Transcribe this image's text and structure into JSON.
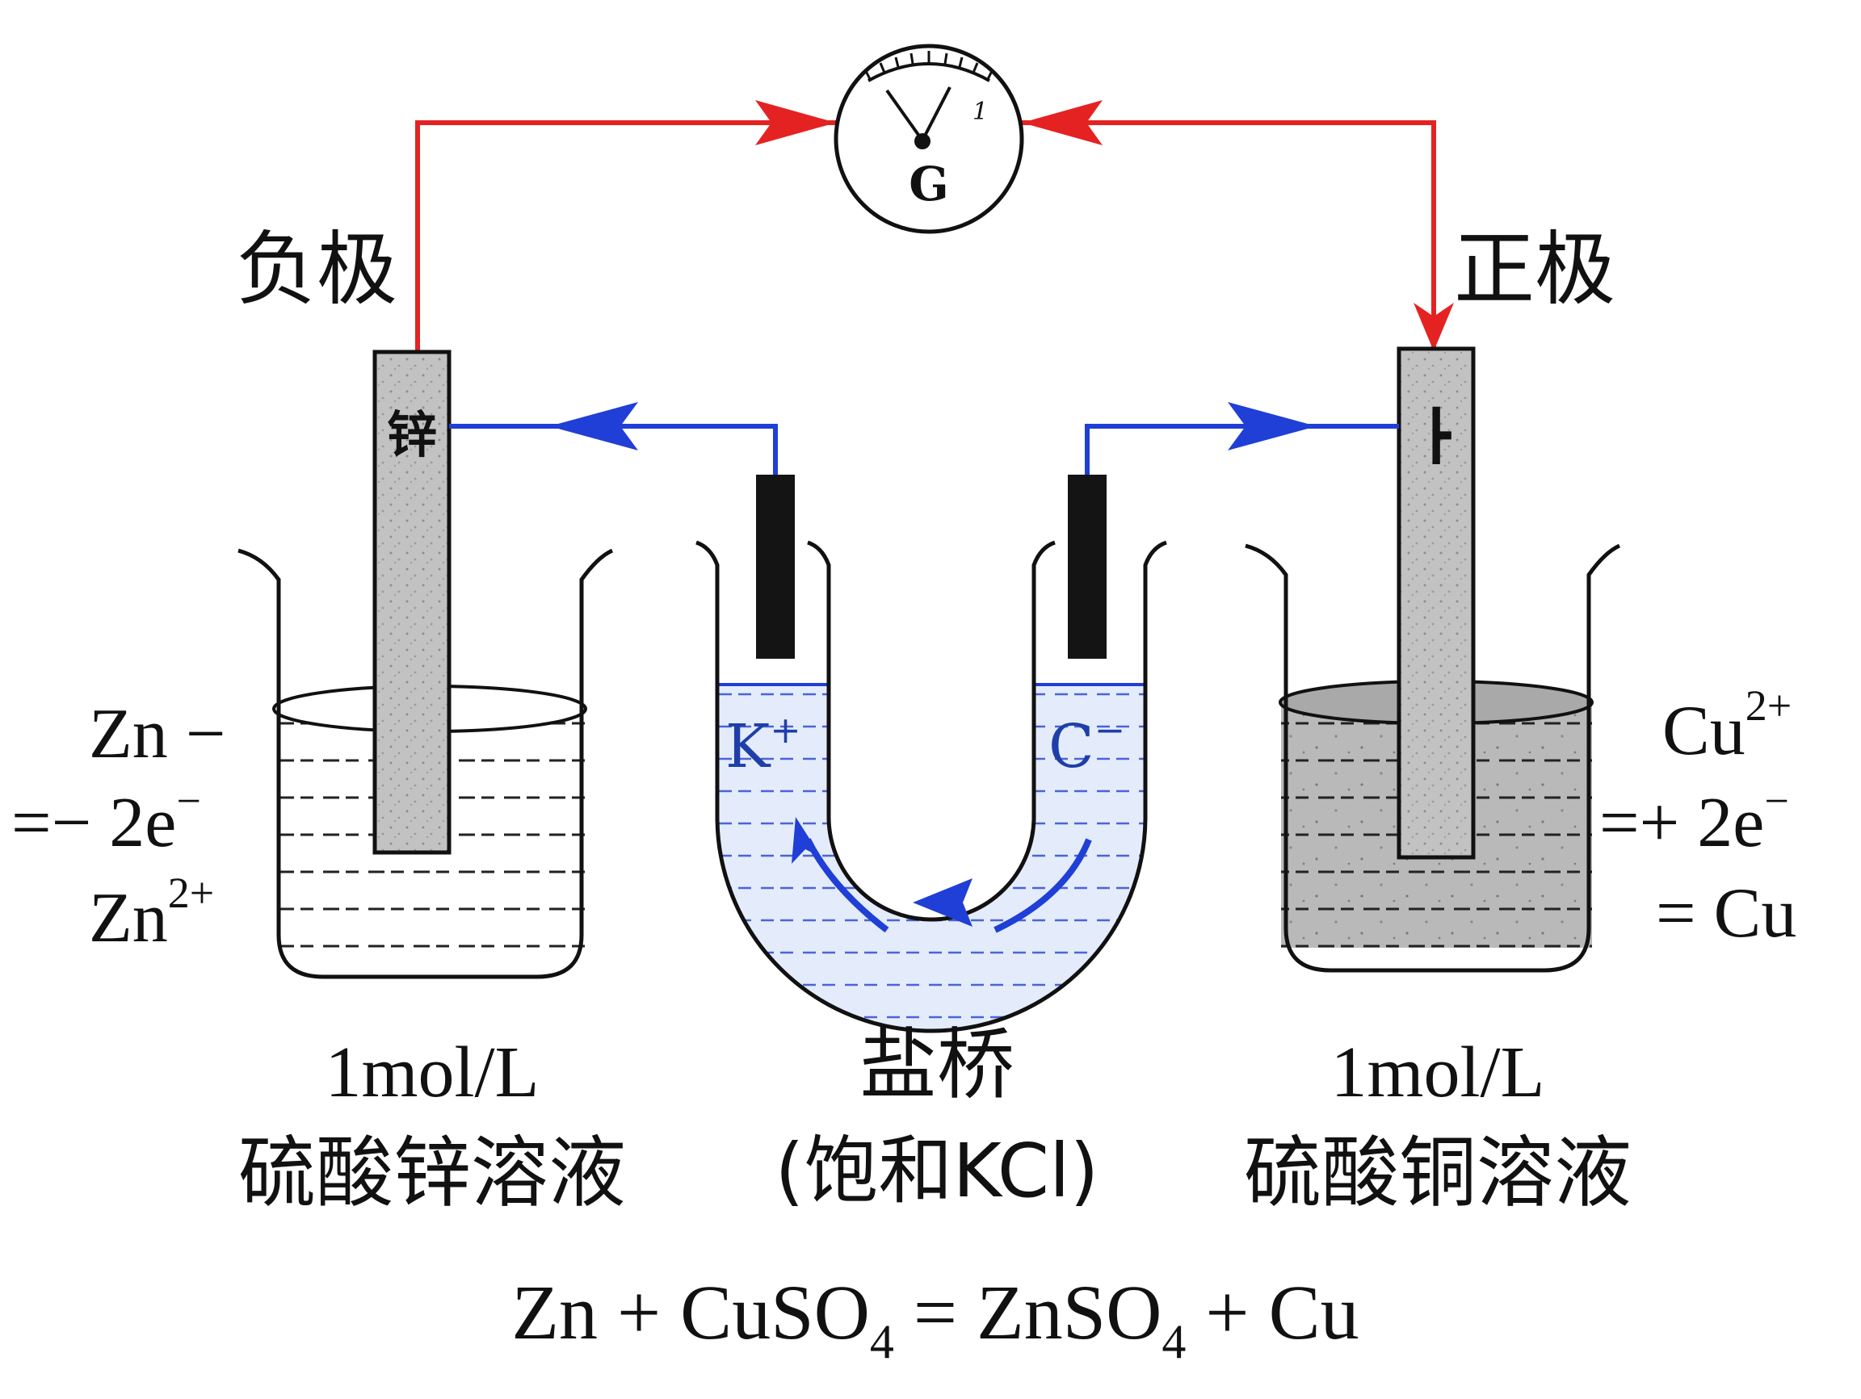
{
  "labels": {
    "negative_electrode": "负极",
    "positive_electrode": "正极",
    "zinc_rod": "锌",
    "copper_rod": "┣",
    "galvanometer": "G",
    "galvanometer_scale": "1",
    "k_ion": "K",
    "k_ion_charge": "+",
    "c_ion": "C",
    "c_ion_charge": "−",
    "left_conc": "1mol/L",
    "left_solution": "硫酸锌溶液",
    "bridge_title": "盐桥",
    "bridge_content": "(饱和KCl)",
    "right_conc": "1mol/L",
    "right_solution": "硫酸铜溶液"
  },
  "half_reactions": {
    "left": {
      "line1": "Zn −",
      "line2": "=− 2e",
      "line2_sup": "−",
      "line3": "Zn",
      "line3_sup": "2+"
    },
    "right": {
      "line1": "Cu",
      "line1_sup": "2+",
      "line2": "=+ 2e",
      "line2_sup": "−",
      "line3": "= Cu"
    }
  },
  "overall_equation": {
    "p1": "Zn + CuSO",
    "s1": "4",
    "p2": " = ZnSO",
    "s2": "4",
    "p3": " + Cu"
  },
  "colors": {
    "external_wire": "#e52222",
    "salt_bridge_wire": "#1f3fd6",
    "ion_text": "#1f3fa8",
    "electrode": "#bdbdbd",
    "copper_solution": "#b8b8b8",
    "bridge_solution": "#dfe8fb"
  }
}
